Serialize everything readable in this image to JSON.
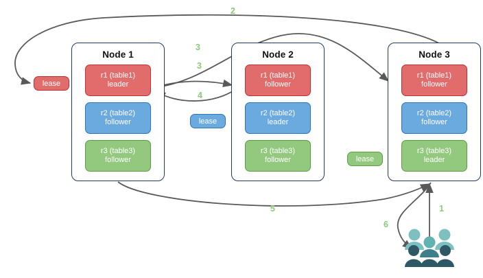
{
  "diagram": {
    "title": "Raft multi-node lease diagram",
    "colors": {
      "red": "#e06c6c",
      "red_border": "#c0302f",
      "blue": "#6aaade",
      "blue_border": "#2e75b6",
      "green": "#92c97e",
      "green_border": "#5d9c47",
      "node_border": "#1f3864",
      "arrow": "#595959",
      "step_label": "#8cc97a",
      "users_light": "#7ec0c0",
      "users_dark": "#2e5866"
    }
  },
  "nodes": [
    {
      "title": "Node 1",
      "replicas": [
        {
          "name": "r1 (table1)",
          "role": "leader",
          "color": "red"
        },
        {
          "name": "r2 (table2)",
          "role": "follower",
          "color": "blue"
        },
        {
          "name": "r3 (table3)",
          "role": "follower",
          "color": "green"
        }
      ]
    },
    {
      "title": "Node 2",
      "replicas": [
        {
          "name": "r1 (table1)",
          "role": "follower",
          "color": "red"
        },
        {
          "name": "r2 (table2)",
          "role": "leader",
          "color": "blue"
        },
        {
          "name": "r3 (table3)",
          "role": "follower",
          "color": "green"
        }
      ]
    },
    {
      "title": "Node 3",
      "replicas": [
        {
          "name": "r1 (table1)",
          "role": "follower",
          "color": "red"
        },
        {
          "name": "r2 (table2)",
          "role": "follower",
          "color": "blue"
        },
        {
          "name": "r3 (table3)",
          "role": "leader",
          "color": "green"
        }
      ]
    }
  ],
  "leases": [
    {
      "label": "lease",
      "color": "red"
    },
    {
      "label": "lease",
      "color": "blue"
    },
    {
      "label": "lease",
      "color": "green"
    }
  ],
  "steps": [
    {
      "label": "1"
    },
    {
      "label": "2"
    },
    {
      "label": "3"
    },
    {
      "label": "3"
    },
    {
      "label": "4"
    },
    {
      "label": "5"
    },
    {
      "label": "6"
    }
  ],
  "icons": {
    "users": "users-group-icon"
  }
}
